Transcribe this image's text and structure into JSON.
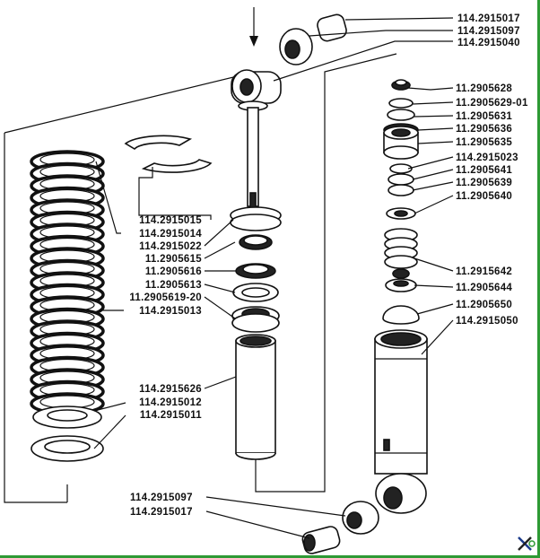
{
  "diagram": {
    "top_right_labels": [
      "114.2915017",
      "114.2915097",
      "114.2915040"
    ],
    "cartridge_labels": [
      "11.2905628",
      "11.2905629-01",
      "11.2905631",
      "11.2905636",
      "11.2905635",
      "114.2915023",
      "11.2905641",
      "11.2905639",
      "11.2905640",
      "11.2915642",
      "11.2905644",
      "11.2905650",
      "114.2915050"
    ],
    "rod_labels": [
      "114.2915015",
      "114.2915014",
      "114.2915022",
      "11.2905615",
      "11.2905616",
      "11.2905613",
      "11.2905619-20",
      "114.2915013"
    ],
    "lower_labels": [
      "114.2915626",
      "114.2915012",
      "114.2915011"
    ],
    "bottom_labels": [
      "114.2915097",
      "114.2915017"
    ],
    "colors": {
      "border": "#2e9a35",
      "ink": "#111111"
    },
    "logo_icon": "wrench-screwdriver-icon"
  }
}
